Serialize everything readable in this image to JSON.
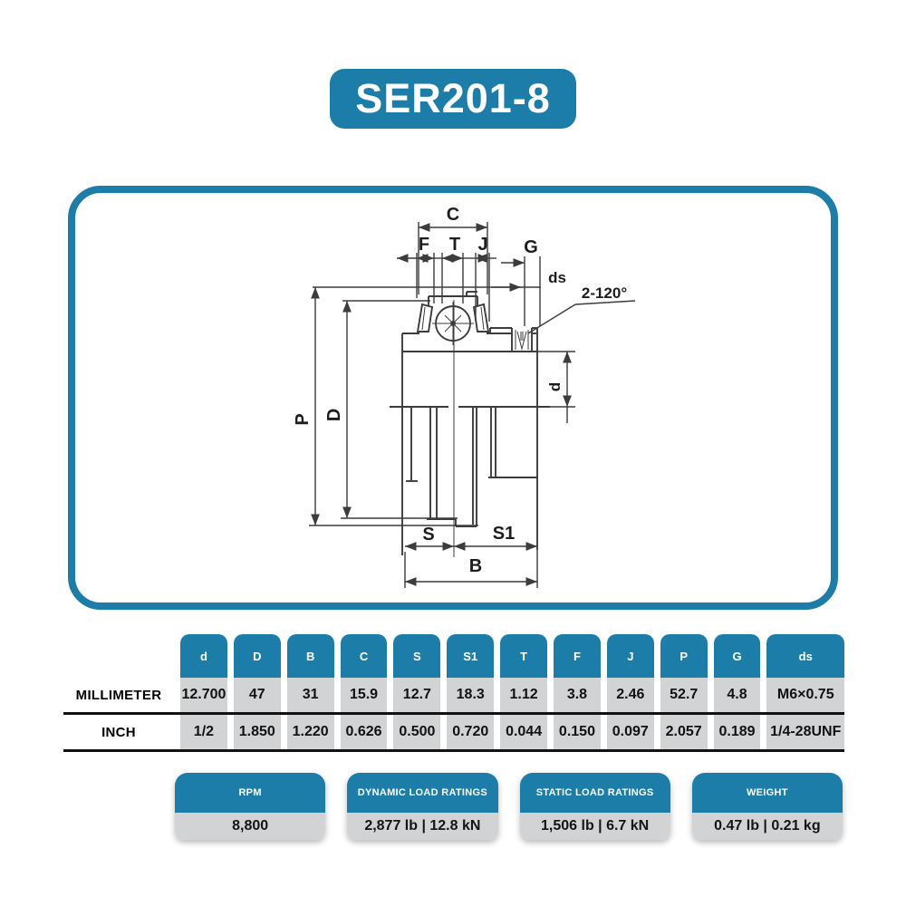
{
  "title": "SER201-8",
  "theme": {
    "accent_teal": "#1C7EA8",
    "cell_gray": "#D2D3D4",
    "separator_black": "#121212",
    "drawing_line": "#3C3C3C"
  },
  "diagram": {
    "labels": {
      "c": "C",
      "f": "F",
      "t": "T",
      "j": "J",
      "g": "G",
      "ds": "ds",
      "angle": "2-120°",
      "p": "P",
      "d_outer": "D",
      "d_bore": "d",
      "s": "S",
      "s1": "S1",
      "b": "B"
    }
  },
  "table": {
    "row_labels": {
      "mm": "MILLIMETER",
      "inch": "INCH"
    },
    "columns": [
      "d",
      "D",
      "B",
      "C",
      "S",
      "S1",
      "T",
      "F",
      "J",
      "P",
      "G",
      "ds"
    ],
    "millimeter": [
      "12.700",
      "47",
      "31",
      "15.9",
      "12.7",
      "18.3",
      "1.12",
      "3.8",
      "2.46",
      "52.7",
      "4.8",
      "M6×0.75"
    ],
    "inch": [
      "1/2",
      "1.850",
      "1.220",
      "0.626",
      "0.500",
      "0.720",
      "0.044",
      "0.150",
      "0.097",
      "2.057",
      "0.189",
      "1/4-28UNF"
    ]
  },
  "cards": [
    {
      "label": "RPM",
      "value": "8,800"
    },
    {
      "label": "DYNAMIC LOAD RATINGS",
      "value": "2,877 lb | 12.8 kN"
    },
    {
      "label": "STATIC LOAD RATINGS",
      "value": "1,506 lb | 6.7 kN"
    },
    {
      "label": "WEIGHT",
      "value": "0.47 lb | 0.21 kg"
    }
  ]
}
